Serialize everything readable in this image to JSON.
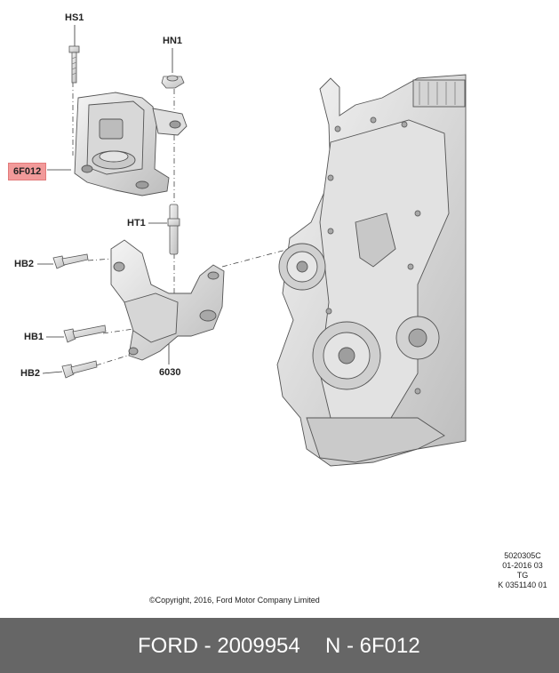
{
  "callouts": {
    "hs1": "HS1",
    "hn1": "HN1",
    "part": "6F012",
    "ht1": "HT1",
    "hb2_top": "HB2",
    "hb1": "HB1",
    "hb2_bottom": "HB2",
    "bracket": "6030"
  },
  "meta": {
    "line1": "5020305C",
    "line2": "01-2016 03",
    "line3": "TG",
    "line4": "K 0351140 01"
  },
  "copyright": "©Copyright, 2016, Ford Motor Company Limited",
  "footer": {
    "brand_part": "FORD - 2009954",
    "ref": "N - 6F012"
  },
  "colors": {
    "highlight": "#f29a9a",
    "footer_bg": "#666666",
    "part_fill": "#e6e6e6",
    "part_stroke": "#555555"
  }
}
